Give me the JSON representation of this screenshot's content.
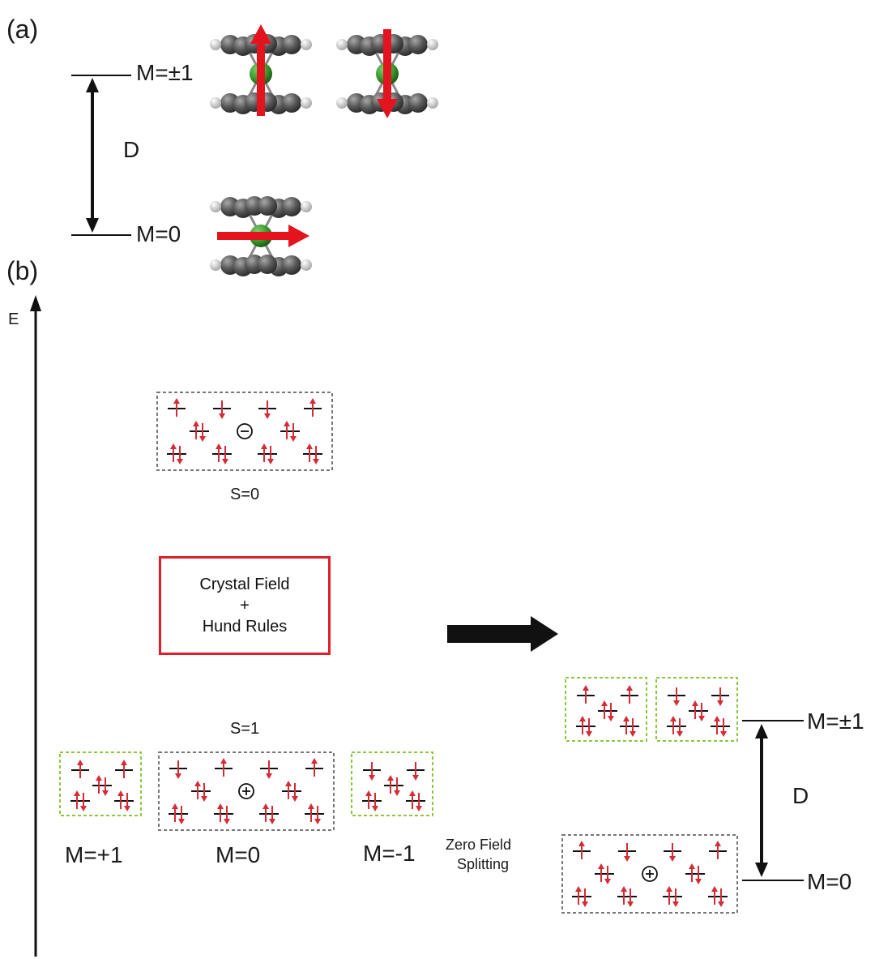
{
  "panel_a": {
    "label": "(a)",
    "level_top": "M=±1",
    "level_bottom": "M=0",
    "gap": "D"
  },
  "panel_b": {
    "label": "(b)",
    "energy_axis": "E",
    "singlet_label": "S=0",
    "triplet_label": "S=1",
    "crystal_field": {
      "line1": "Crystal Field",
      "line2": "+",
      "line3": "Hund Rules"
    },
    "states": {
      "plus": "M=+1",
      "zero": "M=0",
      "minus": "M=-1"
    },
    "process": {
      "line1": "Zero Field",
      "line2": "Splitting"
    },
    "split": {
      "top": "M=±1",
      "bottom": "M=0",
      "gap": "D"
    }
  },
  "colors": {
    "spin": "#d42b34",
    "level": "#111111",
    "green_box": "#8cc63f",
    "gray_box": "#777777",
    "carbon": "#5a5a5a",
    "hydrogen": "#e6e6e6",
    "nickel": "#3c9a2d",
    "red_box": "#e01e2a"
  }
}
